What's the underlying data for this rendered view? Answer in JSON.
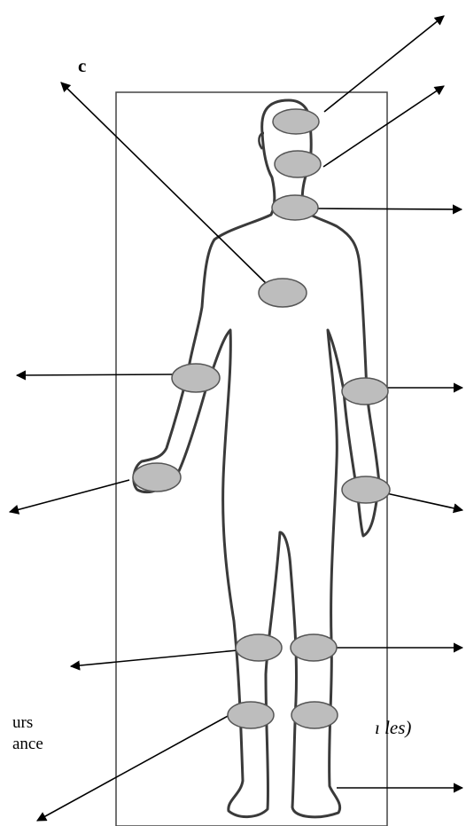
{
  "fragments": {
    "top_left": "c",
    "left_line1": "urs",
    "left_line2": "ance",
    "right": "ı les)"
  },
  "colors": {
    "marker_fill": "#bdbdbd",
    "marker_stroke": "#555555",
    "outline": "#3a3a3a",
    "frame": "#444444",
    "arrow": "#000000"
  },
  "markers": [
    {
      "name": "head-top-marker"
    },
    {
      "name": "face-marker"
    },
    {
      "name": "neck-marker"
    },
    {
      "name": "chest-marker"
    },
    {
      "name": "left-elbow-marker"
    },
    {
      "name": "right-elbow-marker"
    },
    {
      "name": "left-hand-marker"
    },
    {
      "name": "right-wrist-marker"
    },
    {
      "name": "left-knee-marker"
    },
    {
      "name": "right-knee-marker"
    },
    {
      "name": "left-foot-marker"
    },
    {
      "name": "right-foot-marker"
    }
  ]
}
